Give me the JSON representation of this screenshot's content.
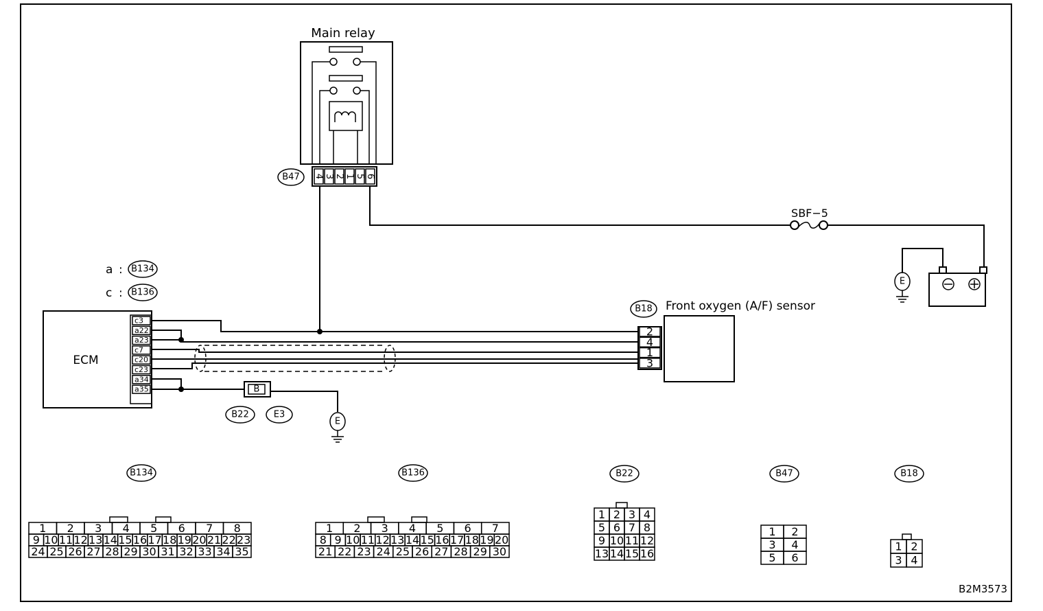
{
  "main_relay": {
    "title": "Main relay",
    "connector": "B47",
    "pins": [
      "4",
      "3",
      "2",
      "1",
      "5",
      "6"
    ]
  },
  "fuse": {
    "label": "SBF−5"
  },
  "ecm": {
    "label": "ECM",
    "connector_map": [
      {
        "letter": "a",
        "connector": "B134"
      },
      {
        "letter": "c",
        "connector": "B136"
      }
    ],
    "pins": [
      "c3",
      "a22",
      "a23",
      "c7",
      "c20",
      "c23",
      "a34",
      "a35"
    ]
  },
  "ground": {
    "symbol": "E"
  },
  "joint_connector": {
    "label": "B",
    "tags": [
      "B22",
      "E3"
    ]
  },
  "sensor": {
    "title": "Front oxygen (A/F) sensor",
    "connector": "B18",
    "pins": [
      "2",
      "4",
      "1",
      "3"
    ]
  },
  "connector_views": [
    {
      "tag": "B134",
      "rows": [
        [
          "1",
          "2",
          "3",
          "4",
          "5",
          "6",
          "7",
          "8"
        ],
        [
          "9",
          "10",
          "11",
          "12",
          "13",
          "14",
          "15",
          "16",
          "17",
          "18",
          "19",
          "20",
          "21",
          "22",
          "23"
        ],
        [
          "24",
          "25",
          "26",
          "27",
          "28",
          "29",
          "30",
          "31",
          "32",
          "33",
          "34",
          "35"
        ]
      ]
    },
    {
      "tag": "B136",
      "rows": [
        [
          "1",
          "2",
          "3",
          "4",
          "5",
          "6",
          "7"
        ],
        [
          "8",
          "9",
          "10",
          "11",
          "12",
          "13",
          "14",
          "15",
          "16",
          "17",
          "18",
          "19",
          "20"
        ],
        [
          "21",
          "22",
          "23",
          "24",
          "25",
          "26",
          "27",
          "28",
          "29",
          "30"
        ]
      ]
    },
    {
      "tag": "B22",
      "rows": [
        [
          "1",
          "2",
          "3",
          "4"
        ],
        [
          "5",
          "6",
          "7",
          "8"
        ],
        [
          "9",
          "10",
          "11",
          "12"
        ],
        [
          "13",
          "14",
          "15",
          "16"
        ]
      ]
    },
    {
      "tag": "B47",
      "rows": [
        [
          "1",
          "2"
        ],
        [
          "3",
          "4"
        ],
        [
          "5",
          "6"
        ]
      ]
    },
    {
      "tag": "B18",
      "rows": [
        [
          "1",
          "2"
        ],
        [
          "3",
          "4"
        ]
      ]
    }
  ],
  "figure_code": "B2M3573"
}
